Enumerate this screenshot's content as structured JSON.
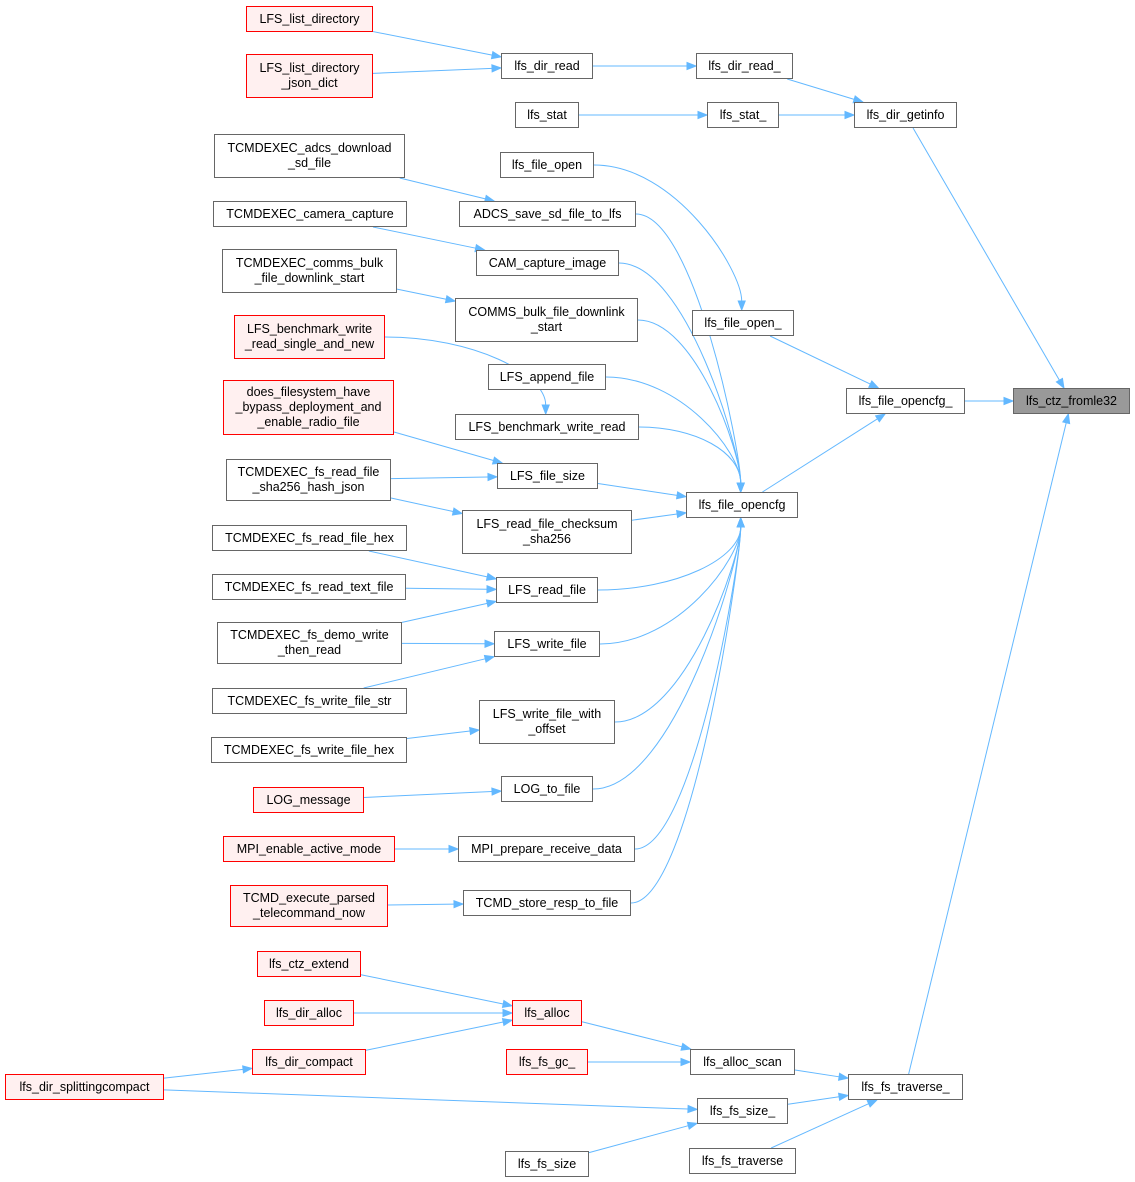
{
  "graph": {
    "colors": {
      "edge": "#63b8ff",
      "node_border": "#666666",
      "truncated_border": "#ff0000",
      "truncated_fill": "#fff0f0",
      "current_fill": "#999999"
    },
    "nodes": {
      "lfs_ctz_fromle32": "lfs_ctz_fromle32",
      "lfs_dir_getinfo": "lfs_dir_getinfo",
      "lfs_file_opencfg_": "lfs_file_opencfg_",
      "lfs_fs_traverse_": "lfs_fs_traverse_",
      "lfs_dir_read_": "lfs_dir_read_",
      "lfs_stat_": "lfs_stat_",
      "lfs_file_open_": "lfs_file_open_",
      "lfs_file_opencfg": "lfs_file_opencfg",
      "lfs_alloc_scan": "lfs_alloc_scan",
      "lfs_fs_size_": "lfs_fs_size_",
      "lfs_fs_traverse": "lfs_fs_traverse",
      "lfs_dir_read": "lfs_dir_read",
      "lfs_stat": "lfs_stat",
      "lfs_file_open": "lfs_file_open",
      "ADCS_save_sd_file_to_lfs": "ADCS_save_sd_file_to_lfs",
      "CAM_capture_image": "CAM_capture_image",
      "COMMS_bulk_file_downlink_start": "COMMS_bulk_file_downlink\n_start",
      "LFS_append_file": "LFS_append_file",
      "LFS_benchmark_write_read": "LFS_benchmark_write_read",
      "LFS_file_size": "LFS_file_size",
      "LFS_read_file_checksum_sha256": "LFS_read_file_checksum\n_sha256",
      "LFS_read_file": "LFS_read_file",
      "LFS_write_file": "LFS_write_file",
      "LFS_write_file_with_offset": "LFS_write_file_with\n_offset",
      "LOG_to_file": "LOG_to_file",
      "MPI_prepare_receive_data": "MPI_prepare_receive_data",
      "TCMD_store_resp_to_file": "TCMD_store_resp_to_file",
      "lfs_alloc": "lfs_alloc",
      "lfs_fs_gc_": "lfs_fs_gc_",
      "lfs_fs_size": "lfs_fs_size",
      "LFS_list_directory": "LFS_list_directory",
      "LFS_list_directory_json_dict": "LFS_list_directory\n_json_dict",
      "TCMDEXEC_adcs_download_sd_file": "TCMDEXEC_adcs_download\n_sd_file",
      "TCMDEXEC_camera_capture": "TCMDEXEC_camera_capture",
      "TCMDEXEC_comms_bulk_file_downlink_start": "TCMDEXEC_comms_bulk\n_file_downlink_start",
      "LFS_benchmark_write_read_single_and_new": "LFS_benchmark_write\n_read_single_and_new",
      "does_filesystem_have_bypass_deployment_and_enable_radio_file": "does_filesystem_have\n_bypass_deployment_and\n_enable_radio_file",
      "TCMDEXEC_fs_read_file_sha256_hash_json": "TCMDEXEC_fs_read_file\n_sha256_hash_json",
      "TCMDEXEC_fs_read_file_hex": "TCMDEXEC_fs_read_file_hex",
      "TCMDEXEC_fs_read_text_file": "TCMDEXEC_fs_read_text_file",
      "TCMDEXEC_fs_demo_write_then_read": "TCMDEXEC_fs_demo_write\n_then_read",
      "TCMDEXEC_fs_write_file_str": "TCMDEXEC_fs_write_file_str",
      "TCMDEXEC_fs_write_file_hex": "TCMDEXEC_fs_write_file_hex",
      "LOG_message": "LOG_message",
      "MPI_enable_active_mode": "MPI_enable_active_mode",
      "TCMD_execute_parsed_telecommand_now": "TCMD_execute_parsed\n_telecommand_now",
      "lfs_ctz_extend": "lfs_ctz_extend",
      "lfs_dir_alloc": "lfs_dir_alloc",
      "lfs_dir_compact": "lfs_dir_compact",
      "lfs_dir_splittingcompact": "lfs_dir_splittingcompact"
    }
  }
}
